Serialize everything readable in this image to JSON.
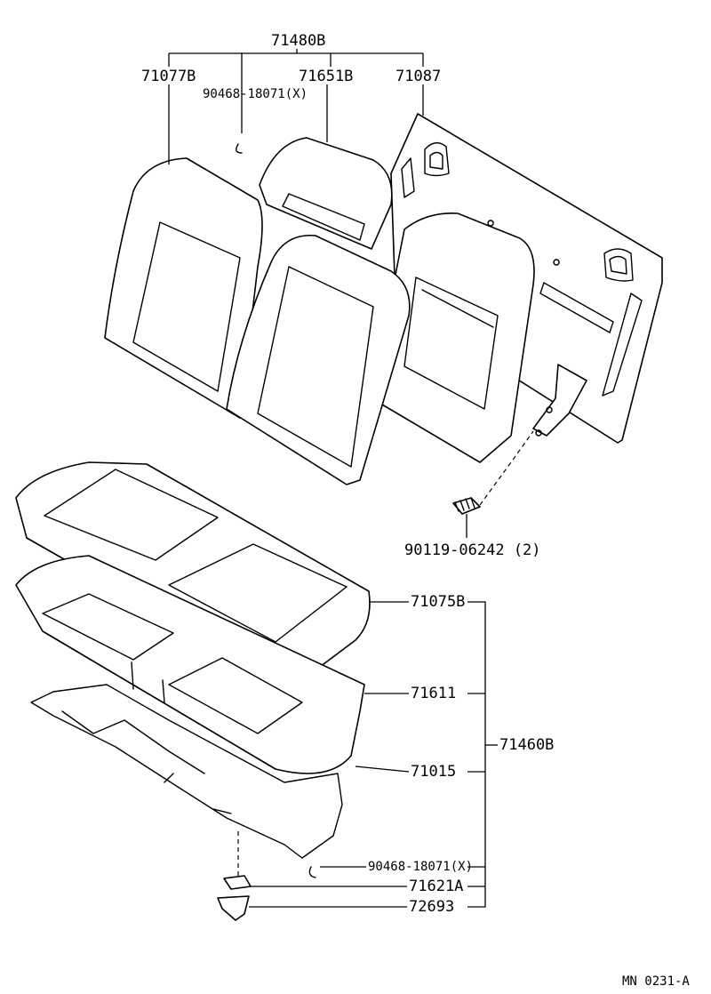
{
  "diagram": {
    "labels": {
      "assy_back": "71480B",
      "back_cover_left": "71077B",
      "back_pad": "71651B",
      "back_board": "71087",
      "hog_ring_upper": "90468-18071(X)",
      "bolt": "90119-06242 (2)",
      "cushion_cover": "71075B",
      "cushion_pad": "71611",
      "cushion_frame": "71015",
      "assy_cushion": "71460B",
      "hog_ring_lower": "90468-18071(X)",
      "hook": "71621A",
      "stop_plate": "72693"
    },
    "footer": {
      "code": "MN 0231-A"
    }
  }
}
